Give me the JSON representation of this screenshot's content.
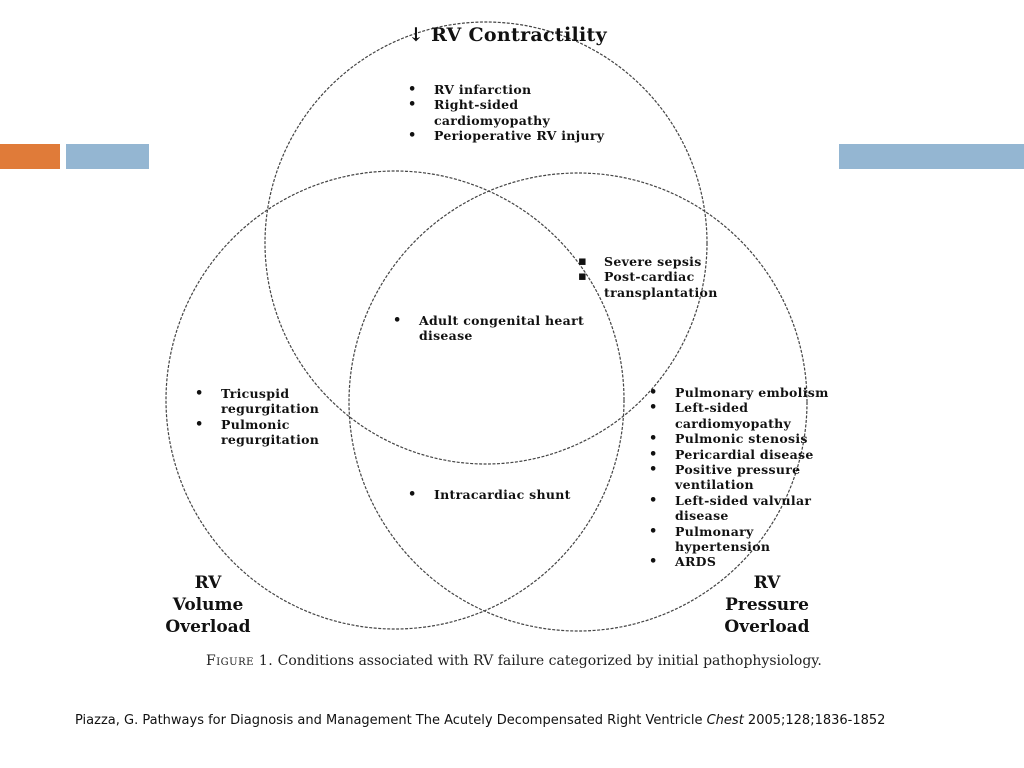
{
  "diagram": {
    "title": "↓ RV Contractility",
    "corner_left": {
      "line1": "RV",
      "line2": "Volume",
      "line3": "Overload"
    },
    "corner_right": {
      "line1": "RV",
      "line2": "Pressure",
      "line3": "Overload"
    },
    "contractility_items": [
      "RV infarction",
      "Right-sided\ncardiomyopathy",
      "Perioperative RV injury"
    ],
    "contractility_pressure_items": [
      "Severe sepsis",
      "Post-cardiac\ntransplantation"
    ],
    "center_items": [
      "Adult congenital heart\ndisease"
    ],
    "volume_items": [
      "Tricuspid\nregurgitation",
      "Pulmonic\nregurgitation"
    ],
    "volume_pressure_items": [
      "Intracardiac shunt"
    ],
    "pressure_items": [
      "Pulmonary embolism",
      "Left-sided\ncardiomyopathy",
      "Pulmonic stenosis",
      "Pericardial disease",
      "Positive pressure\nventilation",
      "Left-sided valvular\ndisease",
      "Pulmonary\nhypertension",
      "ARDS"
    ],
    "figure_caption": {
      "label": "Figure 1.",
      "text": " Conditions associated with RV failure categorized by initial pathophysiology."
    }
  },
  "citation": {
    "prefix": "Piazza, G. Pathways for Diagnosis and Management The Acutely Decompensated Right Ventricle ",
    "journal": "Chest",
    "suffix": " 2005;128;1836-1852"
  },
  "colors": {
    "accent_orange": "#e07b39",
    "accent_blue": "#94b6d2"
  }
}
